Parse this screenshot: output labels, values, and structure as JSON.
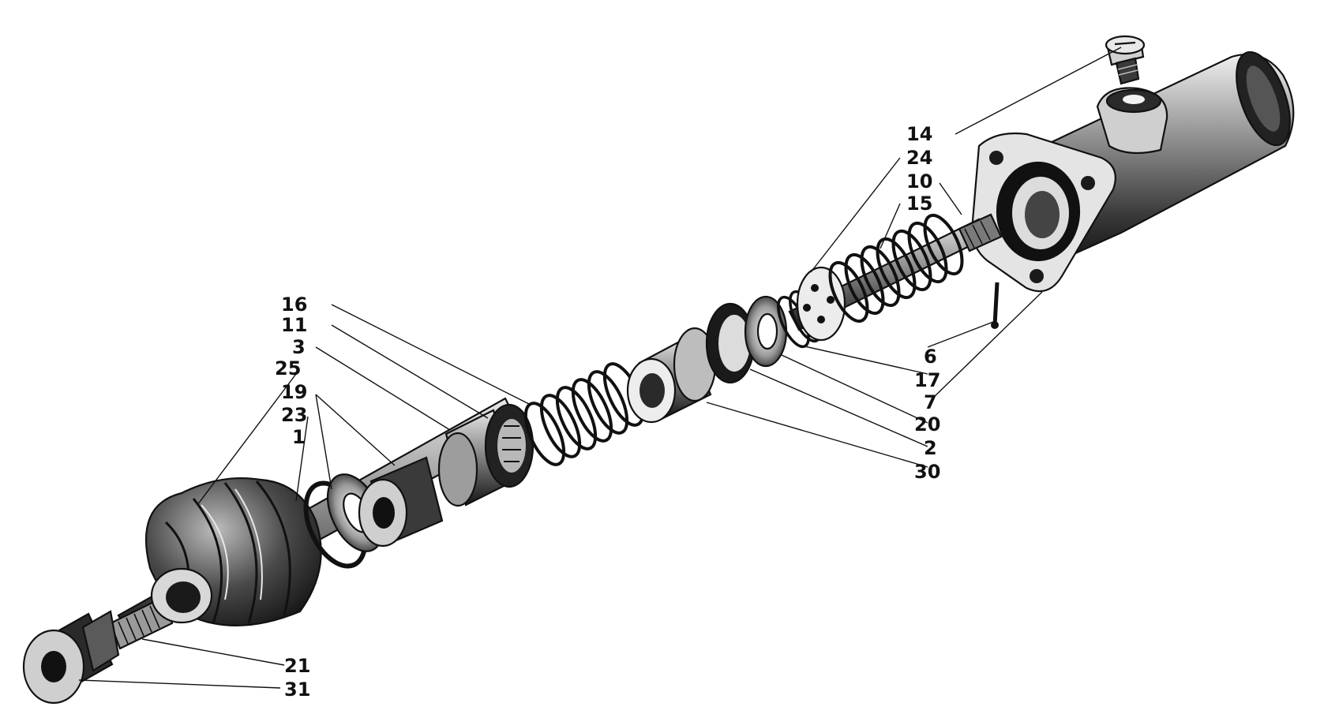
{
  "colors": {
    "ink": "#111111",
    "paper": "#ffffff",
    "metal_dark": "#1c1c1c",
    "metal_mid": "#6b6b6b",
    "metal_light": "#d8d8d8"
  },
  "callouts": {
    "c14": "14",
    "c24": "24",
    "c10": "10",
    "c15": "15",
    "c16": "16",
    "c11": "11",
    "c3": "3",
    "c25": "25",
    "c19": "19",
    "c23": "23",
    "c1": "1",
    "c6": "6",
    "c17": "17",
    "c7": "7",
    "c20": "20",
    "c2": "2",
    "c30": "30",
    "c21": "21",
    "c31": "31"
  }
}
